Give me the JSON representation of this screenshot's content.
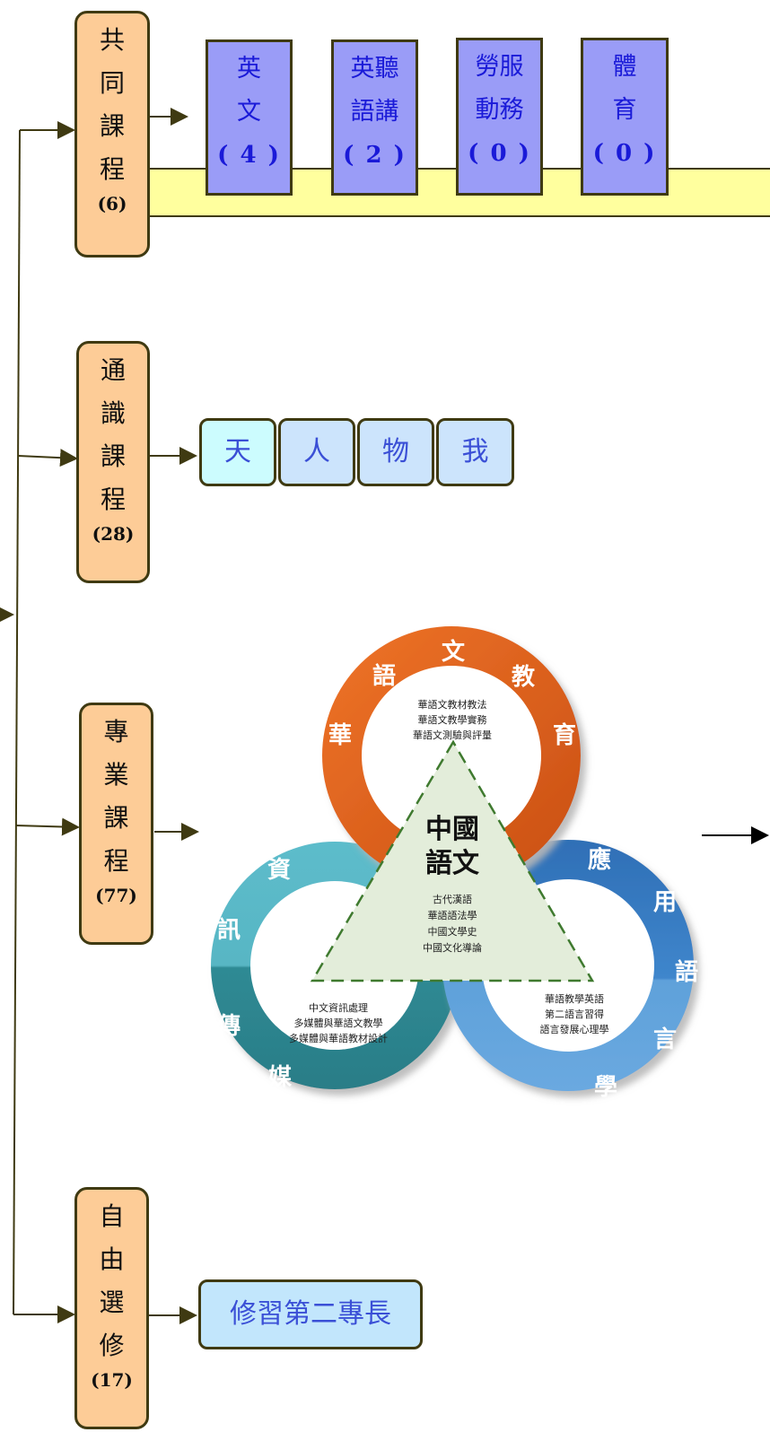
{
  "categories": [
    {
      "chars": [
        "共",
        "同",
        "課",
        "程"
      ],
      "count": "(6)"
    },
    {
      "chars": [
        "通",
        "識",
        "課",
        "程"
      ],
      "count": "(28)"
    },
    {
      "chars": [
        "專",
        "業",
        "課",
        "程"
      ],
      "count": "(77)"
    },
    {
      "chars": [
        "自",
        "由",
        "選",
        "修"
      ],
      "count": "(17)"
    }
  ],
  "common_courses": [
    {
      "lines": [
        "英",
        "文"
      ],
      "count": "( 4 )"
    },
    {
      "lines": [
        "英聽",
        "語講"
      ],
      "count": "( 2 )"
    },
    {
      "lines": [
        "勞服",
        "動務"
      ],
      "count": "( 0 )"
    },
    {
      "lines": [
        "體",
        "育"
      ],
      "count": "( 0 )"
    }
  ],
  "general": [
    "天",
    "人",
    "物",
    "我"
  ],
  "elective": "修習第二專長",
  "venn": {
    "center_title": [
      "中國",
      "語文"
    ],
    "center_items": [
      "古代漢語",
      "華語語法學",
      "中國文學史",
      "中國文化導論"
    ],
    "top_ring_chars": [
      "華",
      "語",
      "文",
      "教",
      "育"
    ],
    "top_items": [
      "華語文教材教法",
      "華語文教學實務",
      "華語文測驗與評量"
    ],
    "left_ring_chars": [
      "資",
      "訊",
      "傳",
      "媒"
    ],
    "left_items": [
      "中文資訊處理",
      "多媒體與華語文教學",
      "多媒體與華語教材設計"
    ],
    "right_ring_chars": [
      "應",
      "用",
      "語",
      "言",
      "學"
    ],
    "right_items": [
      "華語教學英語",
      "第二語言習得",
      "語言發展心理學"
    ],
    "colors": {
      "top": "#e8671e",
      "left_top": "#5ab7c6",
      "left_bottom": "#2e8590",
      "right_top": "#3c7fc2",
      "right_bottom": "#5c9fd9",
      "triangle": "#e3edda"
    }
  }
}
